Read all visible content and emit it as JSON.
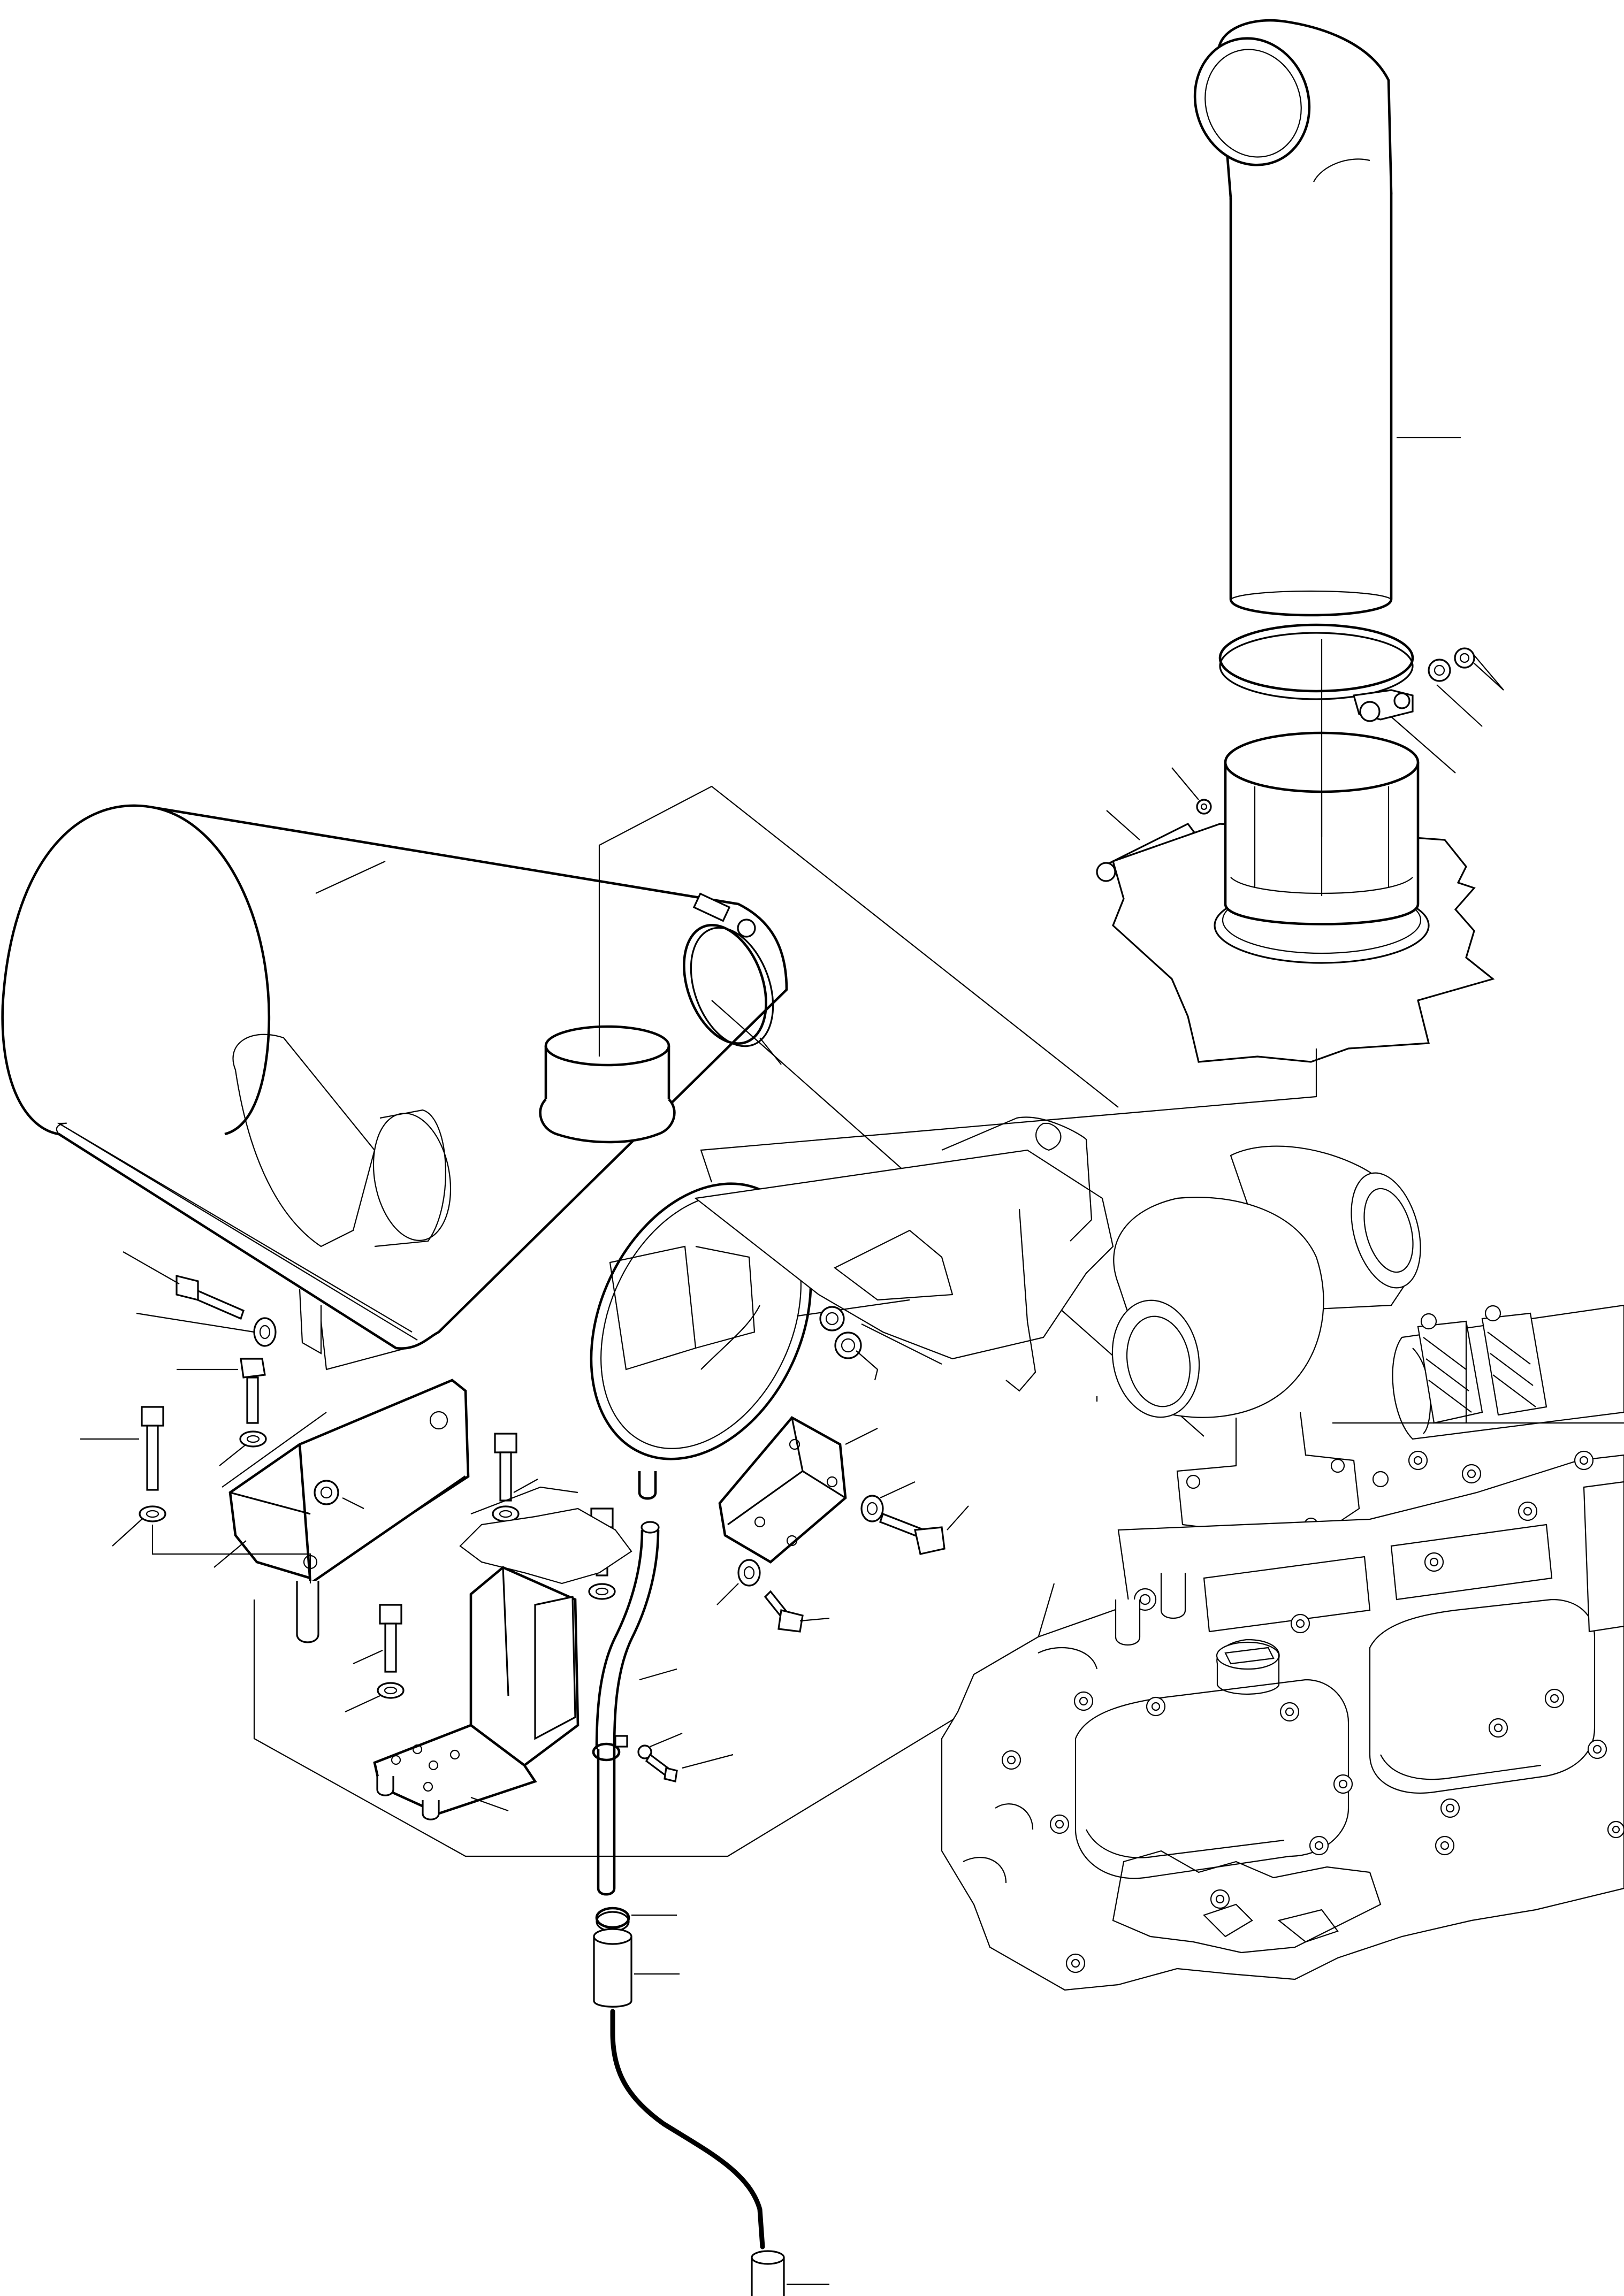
{
  "drawing": {
    "type": "exploded-parts-diagram",
    "background": "#ffffff",
    "line_color": "#000000",
    "components": [
      "exhaust-stack",
      "stack-clamp",
      "stack-clamp-bolt",
      "stack-clamp-washer",
      "stack-clamp-nut",
      "stack-adapter-pipe",
      "hood-panel",
      "muffler",
      "muffler-outlet",
      "muffler-inlet",
      "muffler-clamp",
      "muffler-bracket",
      "mount-bracket",
      "rear-bracket",
      "support-foot",
      "hex-bolt",
      "washer",
      "spacer",
      "drain-tube",
      "drain-hose-clamp",
      "drain-hose",
      "turbocharger",
      "engine-block"
    ],
    "part_callouts_labeled": false
  }
}
